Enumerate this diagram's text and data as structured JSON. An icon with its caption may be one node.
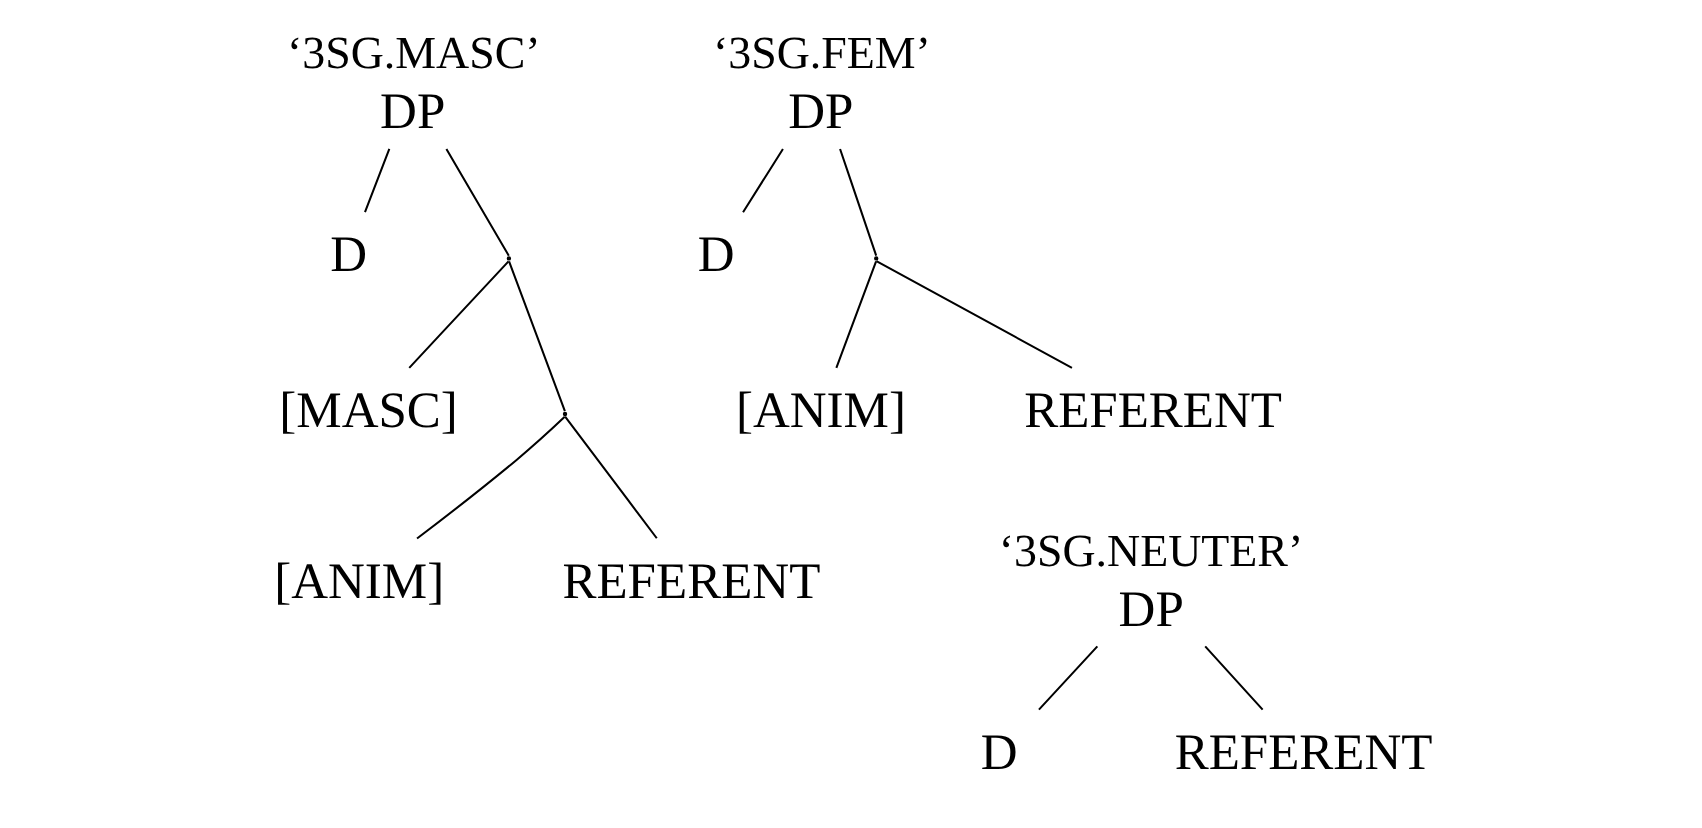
{
  "diagram": {
    "nodes": [
      {
        "text": [
          "DP"
        ],
        "beside": [
          "‘3SG.MASC’"
        ]
      },
      {
        "text": [
          "D"
        ]
      },
      {
        "text": [],
        "shape": "point"
      },
      {
        "text": [
          "[MASC]"
        ]
      },
      {
        "text": [],
        "shape": "point"
      },
      {
        "text": [
          "[ANIM]"
        ]
      },
      {
        "text": [
          "REFERENT"
        ]
      },
      {
        "text": [
          "DP"
        ],
        "beside": [
          "‘3SG.FEM’"
        ]
      },
      {
        "text": [
          "D"
        ]
      },
      {
        "text": [],
        "shape": "point"
      },
      {
        "text": [
          "[ANIM]"
        ]
      },
      {
        "text": [
          "REFERENT"
        ]
      },
      {
        "text": [
          "DP"
        ],
        "beside": [
          "‘3SG.NEUTER’"
        ]
      },
      {
        "text": [
          "D"
        ]
      },
      {
        "text": [
          "REFERENT"
        ]
      }
    ],
    "edges": [
      {
        "from": 0,
        "to": 1,
        "arrow": "none"
      },
      {
        "from": 0,
        "to": 2,
        "arrow": "none"
      },
      {
        "from": 2,
        "to": 3,
        "arrow": "none"
      },
      {
        "from": 2,
        "to": 4,
        "arrow": "none"
      },
      {
        "from": 4,
        "to": 5,
        "arrow": "none"
      },
      {
        "from": 4,
        "to": 6,
        "arrow": "none"
      },
      {
        "from": 7,
        "to": 8,
        "arrow": "none"
      },
      {
        "from": 7,
        "to": 9,
        "arrow": "none"
      },
      {
        "from": 9,
        "to": 10,
        "arrow": "none"
      },
      {
        "from": 9,
        "to": 11,
        "arrow": "none"
      },
      {
        "from": 12,
        "to": 13,
        "arrow": "none"
      },
      {
        "from": 12,
        "to": 14,
        "arrow": "none"
      }
    ]
  }
}
